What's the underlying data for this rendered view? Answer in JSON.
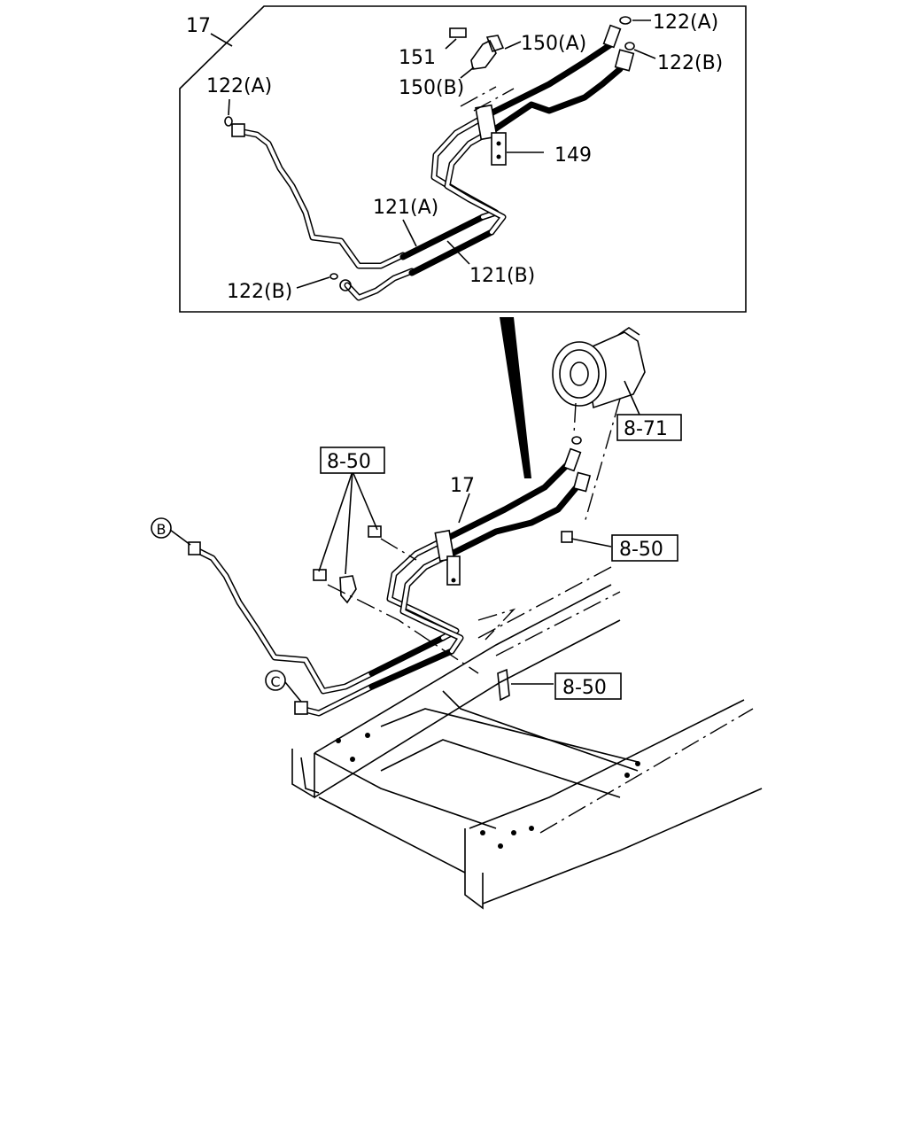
{
  "inset": {
    "part_main": "17",
    "labels": {
      "oring_a_top": "122(A)",
      "oring_b_top": "122(B)",
      "bolt": "151",
      "clip_a": "150(A)",
      "clip_b": "150(B)",
      "oring_a_left": "122(A)",
      "bracket": "149",
      "hose_a": "121(A)",
      "hose_b": "121(B)",
      "oring_b_bottom": "122(B)"
    }
  },
  "main": {
    "pipe_label": "17",
    "refs": {
      "compressor": "8-71",
      "bolt_group": "8-50",
      "compressor_bolt": "8-50",
      "frame_bracket": "8-50"
    },
    "connectors": {
      "b": "B",
      "c": "C"
    }
  }
}
